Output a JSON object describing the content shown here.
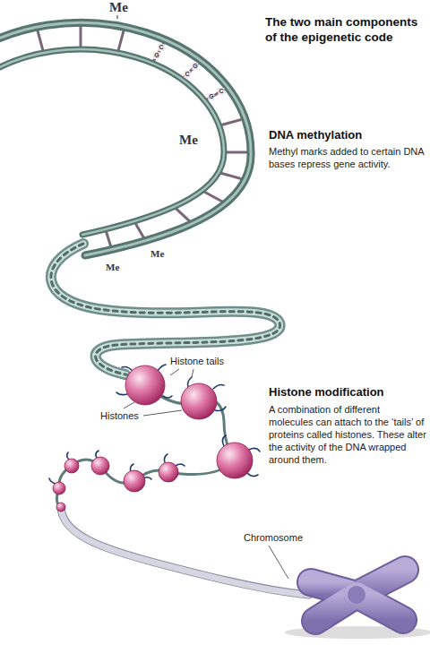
{
  "diagram": {
    "title": "The two main components of the epigenetic code",
    "labels": [
      "Me",
      "C",
      "G",
      "G",
      "C",
      "C",
      "G",
      "Me",
      "DNA methylation",
      "Methyl marks added to certain DNA bases repress gene activity.",
      "Me",
      "Me",
      "Histone tails",
      "Histones",
      "Histone modification",
      "A combination of different molecules can attach to the ‘tails’ of proteins called histones. These alter the activity of the DNA wrapped around them.",
      "Chromosome"
    ]
  }
}
